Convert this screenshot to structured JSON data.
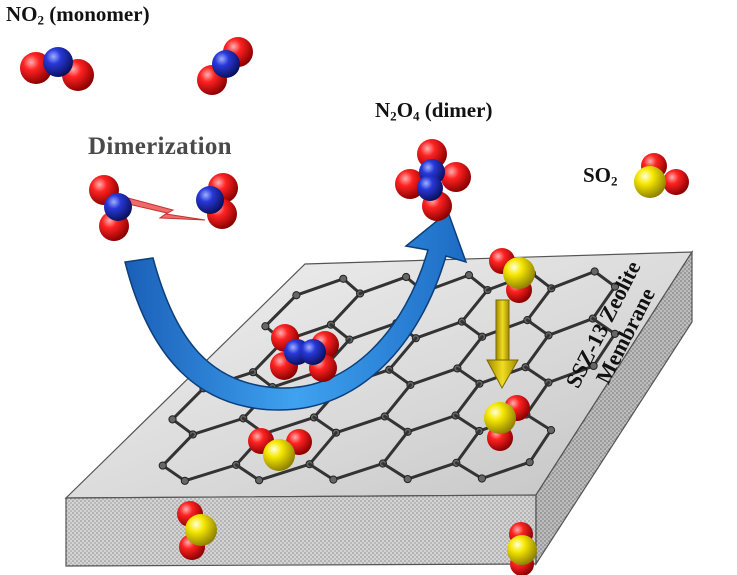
{
  "labels": {
    "no2_formula": "NO",
    "no2_sub": "2",
    "no2_note": " (monomer)",
    "dimer_formula": "N",
    "dimer_sub1": "2",
    "dimer_o": "O",
    "dimer_sub2": "4",
    "dimer_note": " (dimer)",
    "so2_formula": "SO",
    "so2_sub": "2",
    "dimerization": "Dimerization",
    "membrane_line1": "SSZ-13 Zeolite",
    "membrane_line2": "Membrane"
  },
  "colors": {
    "oxygen": "#e3001a",
    "nitrogen": "#1f2fc4",
    "sulfur": "#f2e000",
    "arrow": "#2f8fe0",
    "spark": "#e86060",
    "membrane_top": "#cfcfcf",
    "membrane_side": "#bdbdbd",
    "lattice": "#333333",
    "transport_arrow": "#d9c200"
  }
}
